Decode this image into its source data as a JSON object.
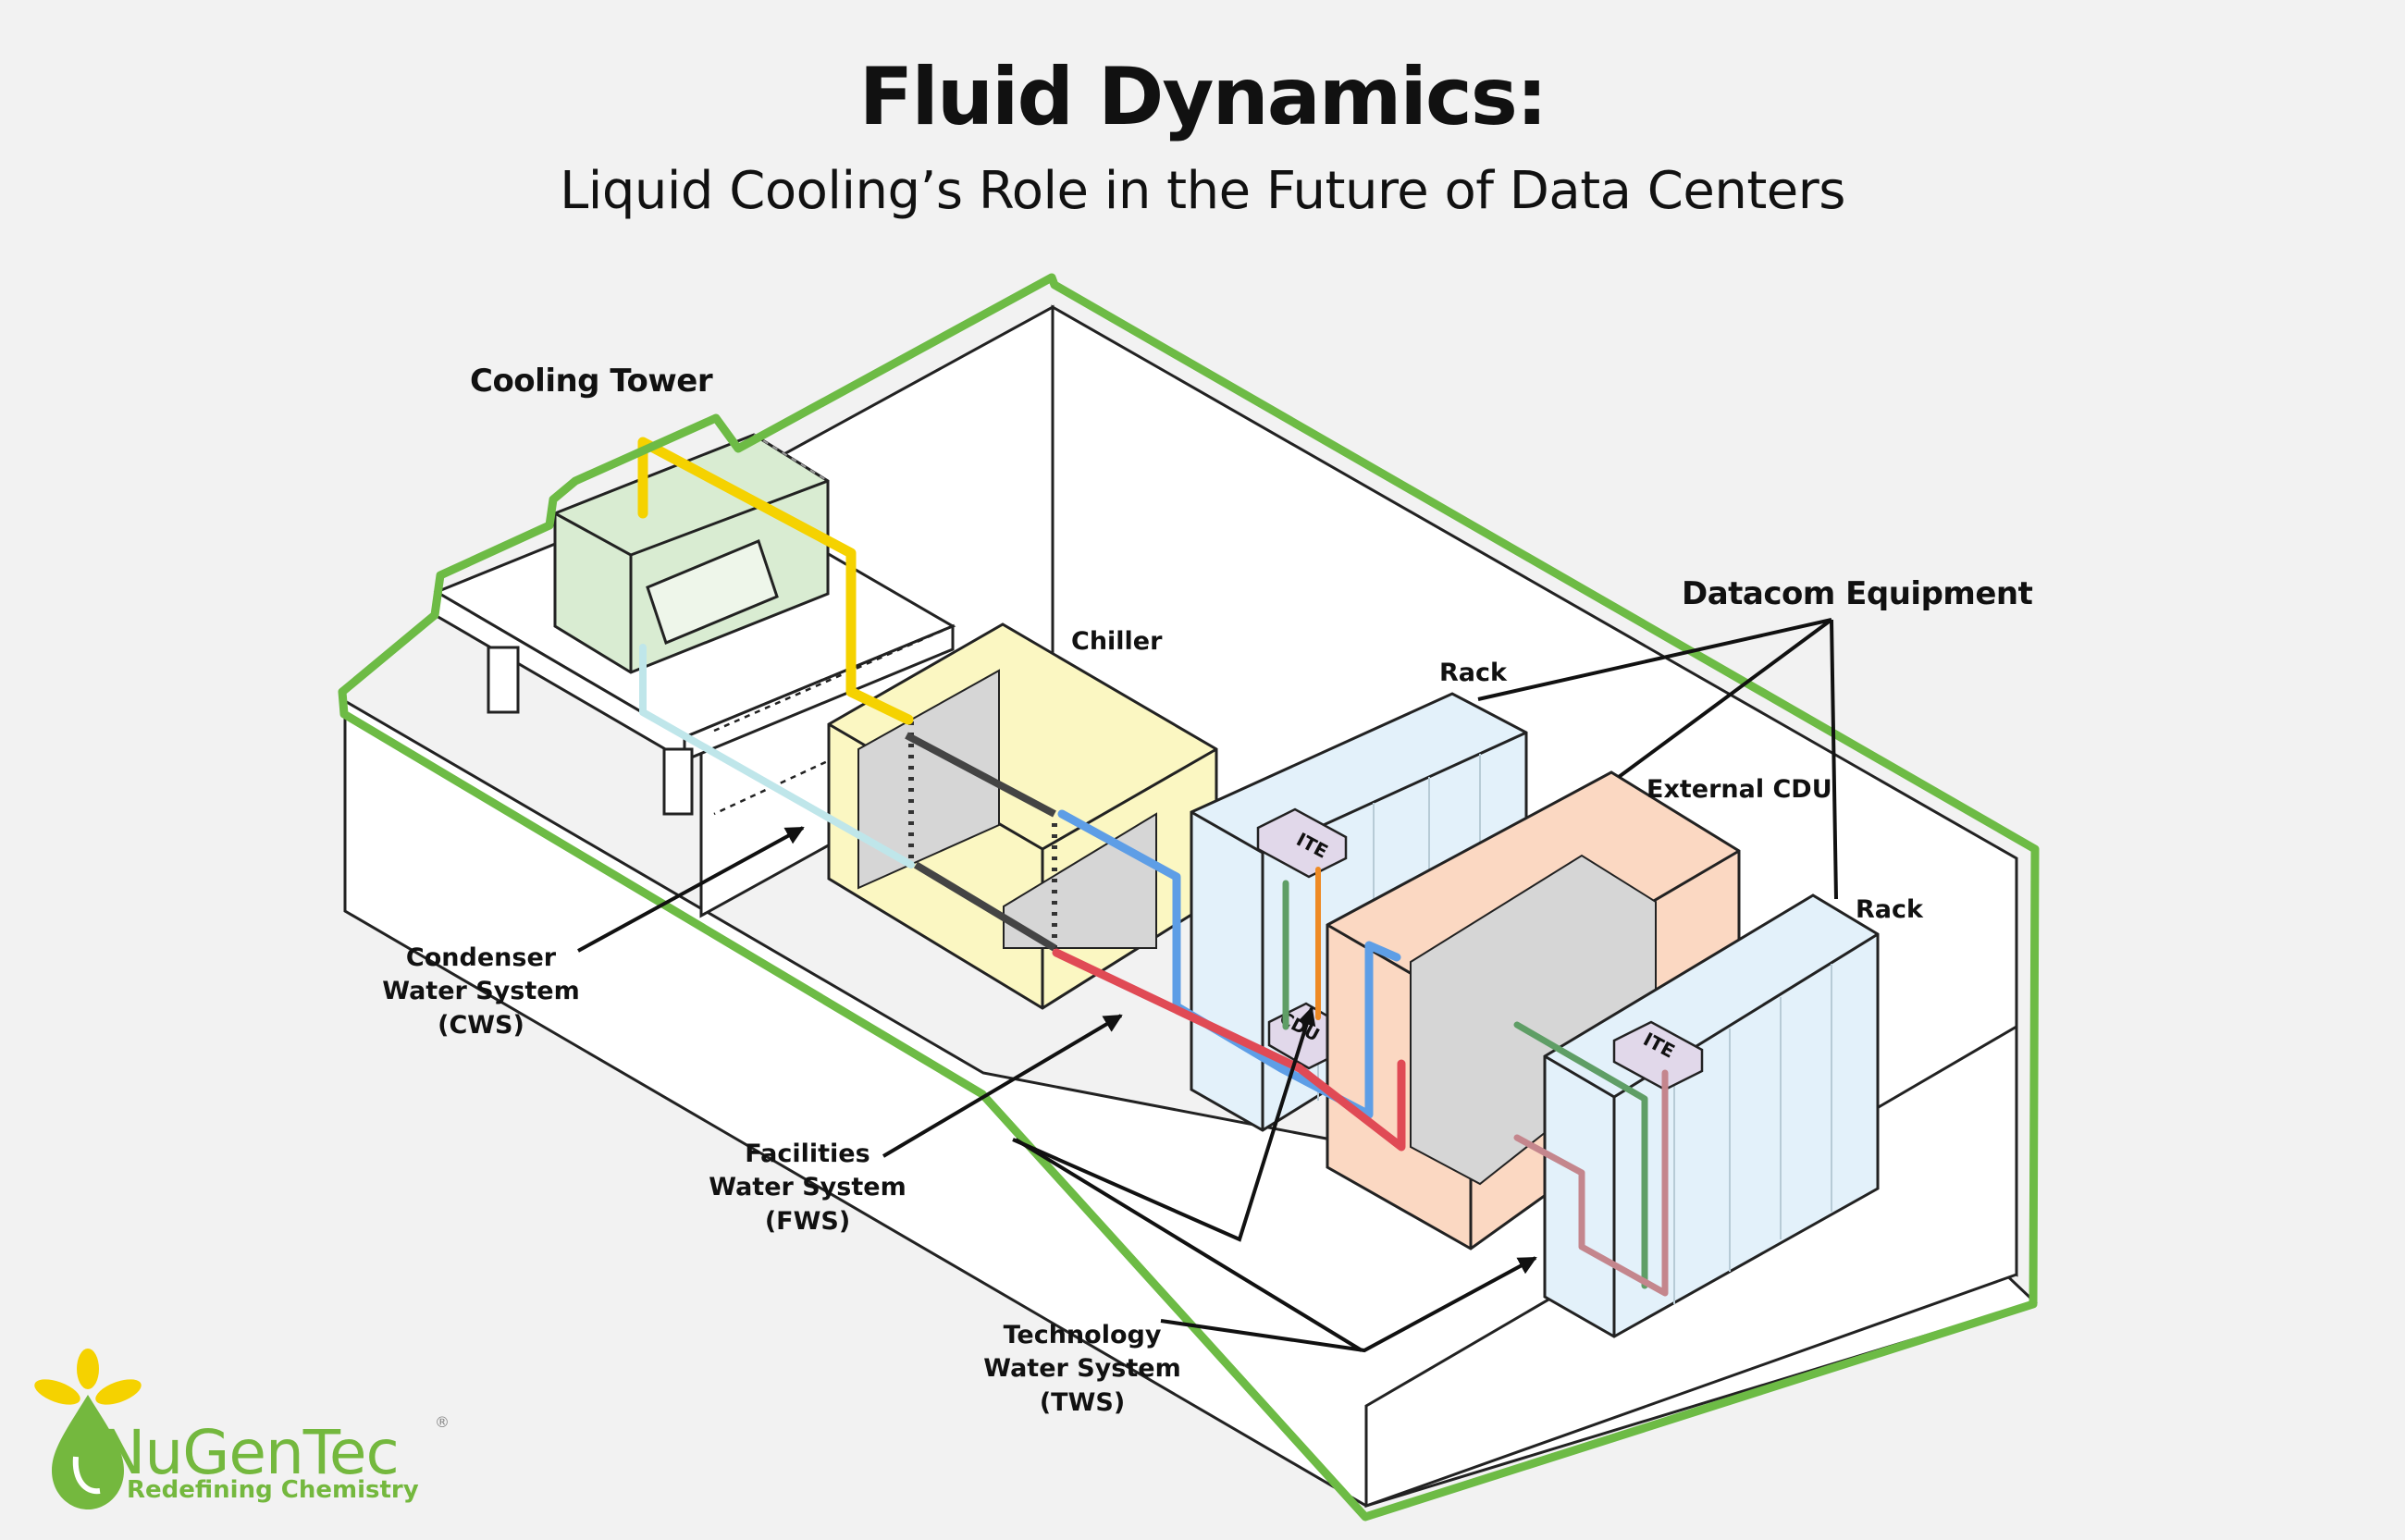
{
  "title": "Fluid Dynamics:",
  "subtitle": "Liquid Cooling’s Role in the Future of Data Centers",
  "labels": {
    "cooling_tower": "Cooling Tower",
    "chiller": "Chiller",
    "datacom_equipment": "Datacom Equipment",
    "rack_1": "Rack",
    "rack_2": "Rack",
    "external_cdu": "External CDU",
    "ite_1": "ITE",
    "ite_2": "ITE",
    "cdu": "CDU",
    "cws_line1": "Condenser",
    "cws_line2": "Water System",
    "cws_line3": "(CWS)",
    "fws_line1": "Facilities",
    "fws_line2": "Water System",
    "fws_line3": "(FWS)",
    "tws_line1": "Technology",
    "tws_line2": "Water System",
    "tws_line3": "(TWS)"
  },
  "logo": {
    "name": "NuGenTec",
    "registered": "®",
    "tagline": "Redefining Chemistry"
  },
  "colors": {
    "outline": "#6dbb45",
    "cooling_tower": "#d9ecd2",
    "chiller": "#fbf7c2",
    "rack": "#e3f1fa",
    "external_cdu": "#fbd8c2",
    "ite": "#e1d8ea",
    "condenser_supply": "#f5d200",
    "condenser_return": "#bfe6ea",
    "facilities_supply": "#5e9ee6",
    "facilities_return": "#e04a55",
    "technology_supply": "#5f9e66",
    "technology_return": "#c4868d",
    "rack_internal_return": "#ee8a24"
  },
  "icons": [
    "nugentec-leaf-logo-icon"
  ]
}
